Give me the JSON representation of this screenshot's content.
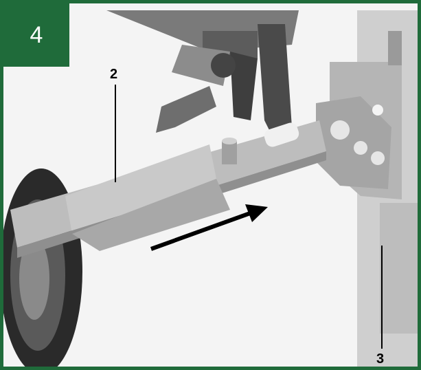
{
  "figure": {
    "step_number": "4",
    "callouts": [
      {
        "label": "2"
      },
      {
        "label": "3"
      }
    ]
  },
  "colors": {
    "frame": "#1f6b3a",
    "badge_background": "#1f6b3a",
    "badge_text": "#ffffff",
    "callout_text": "#000000"
  }
}
